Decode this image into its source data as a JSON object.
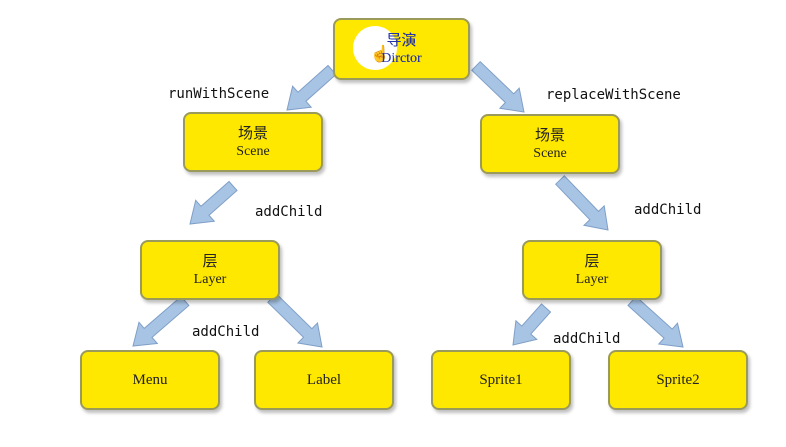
{
  "nodes": {
    "director": {
      "zh": "导演",
      "en": "Dirctor"
    },
    "scene_left": {
      "zh": "场景",
      "en": "Scene"
    },
    "scene_right": {
      "zh": "场景",
      "en": "Scene"
    },
    "layer_left": {
      "zh": "层",
      "en": "Layer"
    },
    "layer_right": {
      "zh": "层",
      "en": "Layer"
    },
    "menu": {
      "label": "Menu"
    },
    "label": {
      "label": "Label"
    },
    "sprite1": {
      "label": "Sprite1"
    },
    "sprite2": {
      "label": "Sprite2"
    }
  },
  "edges": {
    "run_with_scene": "runWithScene",
    "replace_with_scene": "replaceWithScene",
    "add_child_left_scene": "addChild",
    "add_child_right_scene": "addChild",
    "add_child_left_layer": "addChild",
    "add_child_right_layer": "addChild"
  },
  "colors": {
    "node_fill": "#ffe800",
    "node_border": "#9a9a5a",
    "arrow_fill": "#a8c4e4",
    "arrow_stroke": "#7f9fc8"
  },
  "icons": {
    "cursor": "hand-pointer-icon"
  }
}
